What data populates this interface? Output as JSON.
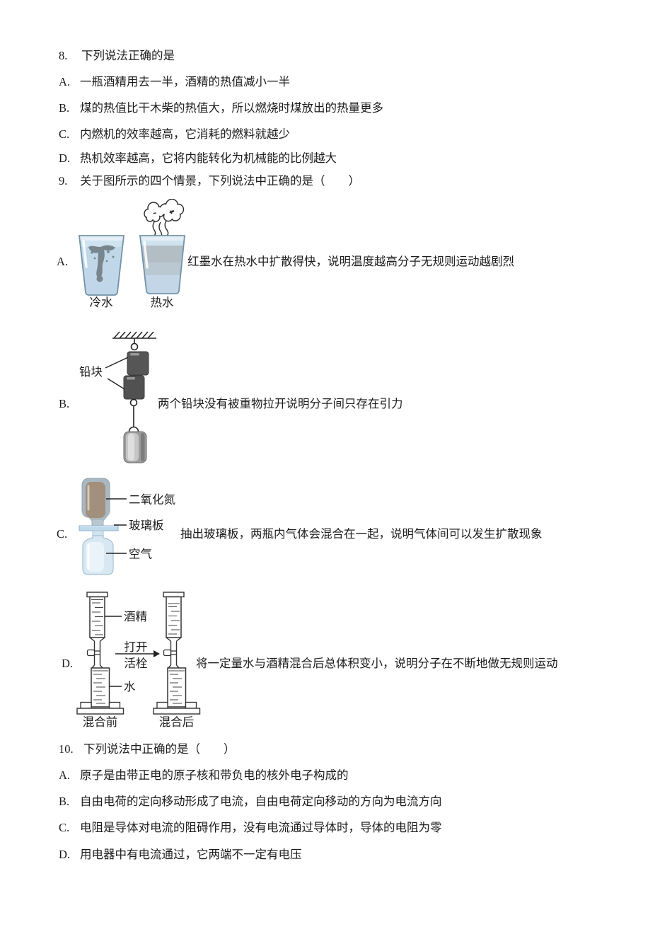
{
  "colors": {
    "page_bg": "#ffffff",
    "text": "#1c1c1c",
    "glass_blue": "#cfe2ef",
    "glass_rim": "#e3eef6",
    "water_blue": "#bfd7e9",
    "ink_gray": "#79858c",
    "hot_water_gray": "#b3bdc4",
    "lead_gray": "#565656",
    "no2_brown": "#a28f7c",
    "no2_bottle_gray": "#a9b7c1",
    "air_bottle_blue": "#d8e8f3",
    "plate_blue": "#bed9ea",
    "weight_gray": "#9c9c9c",
    "line_black": "#2a2a2a"
  },
  "q8": {
    "number": "8.",
    "stem": "下列说法正确的是",
    "options": [
      {
        "label": "A.",
        "text": "一瓶酒精用去一半，酒精的热值减小一半"
      },
      {
        "label": "B.",
        "text": "煤的热值比干木柴的热值大，所以燃烧时煤放出的热量更多"
      },
      {
        "label": "C.",
        "text": "内燃机的效率越高，它消耗的燃料就越少"
      },
      {
        "label": "D.",
        "text": "热机效率越高，它将内能转化为机械能的比例越大"
      }
    ]
  },
  "q9": {
    "number": "9.",
    "stem": "关于图所示的四个情景，下列说法中正确的是（　　）",
    "options": [
      {
        "label": "A.",
        "text": "红墨水在热水中扩散得快，说明温度越高分子无规则运动越剧烈",
        "figure": {
          "cold": "冷水",
          "hot": "热水"
        }
      },
      {
        "label": "B.",
        "text": "两个铅块没有被重物拉开说明分子间只存在引力",
        "figure": {
          "lead": "铅块"
        }
      },
      {
        "label": "C.",
        "text": "抽出玻璃板，两瓶内气体会混合在一起，说明气体间可以发生扩散现象",
        "figure": {
          "top_gas": "二氧化氮",
          "plate": "玻璃板",
          "bottom_gas": "空气"
        }
      },
      {
        "label": "D.",
        "text": "将一定量水与酒精混合后总体积变小，说明分子在不断地做无规则运动",
        "figure": {
          "alcohol": "酒精",
          "water": "水",
          "open_line1": "打开",
          "open_line2": "活栓",
          "before": "混合前",
          "after": "混合后"
        }
      }
    ]
  },
  "q10": {
    "number": "10.",
    "stem": "下列说法中正确的是（　　）",
    "options": [
      {
        "label": "A.",
        "text": "原子是由带正电的原子核和带负电的核外电子构成的"
      },
      {
        "label": "B.",
        "text": "自由电荷的定向移动形成了电流，自由电荷定向移动的方向为电流方向"
      },
      {
        "label": "C.",
        "text": "电阻是导体对电流的阻碍作用，没有电流通过导体时，导体的电阻为零"
      },
      {
        "label": "D.",
        "text": "用电器中有电流通过，它两端不一定有电压"
      }
    ]
  }
}
